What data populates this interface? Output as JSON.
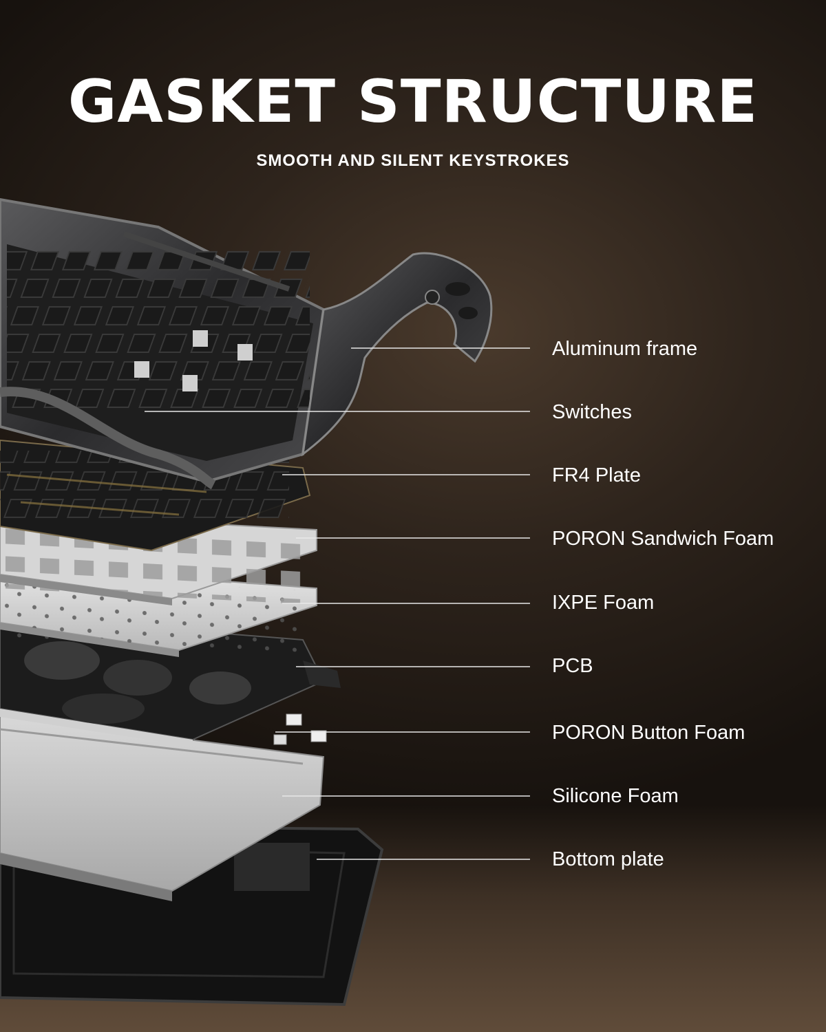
{
  "header": {
    "title": "GASKET STRUCTURE",
    "subtitle": "SMOOTH AND SILENT KEYSTROKES"
  },
  "layers": [
    {
      "label": "Aluminum frame"
    },
    {
      "label": "Switches"
    },
    {
      "label": "FR4 Plate"
    },
    {
      "label": "PORON Sandwich Foam"
    },
    {
      "label": "IXPE Foam"
    },
    {
      "label": "PCB"
    },
    {
      "label": "PORON Button Foam"
    },
    {
      "label": "Silicone Foam"
    },
    {
      "label": "Bottom plate"
    }
  ],
  "colors": {
    "text": "#ffffff",
    "leader_line": "#e8e8e8",
    "background": "#2e241c"
  }
}
